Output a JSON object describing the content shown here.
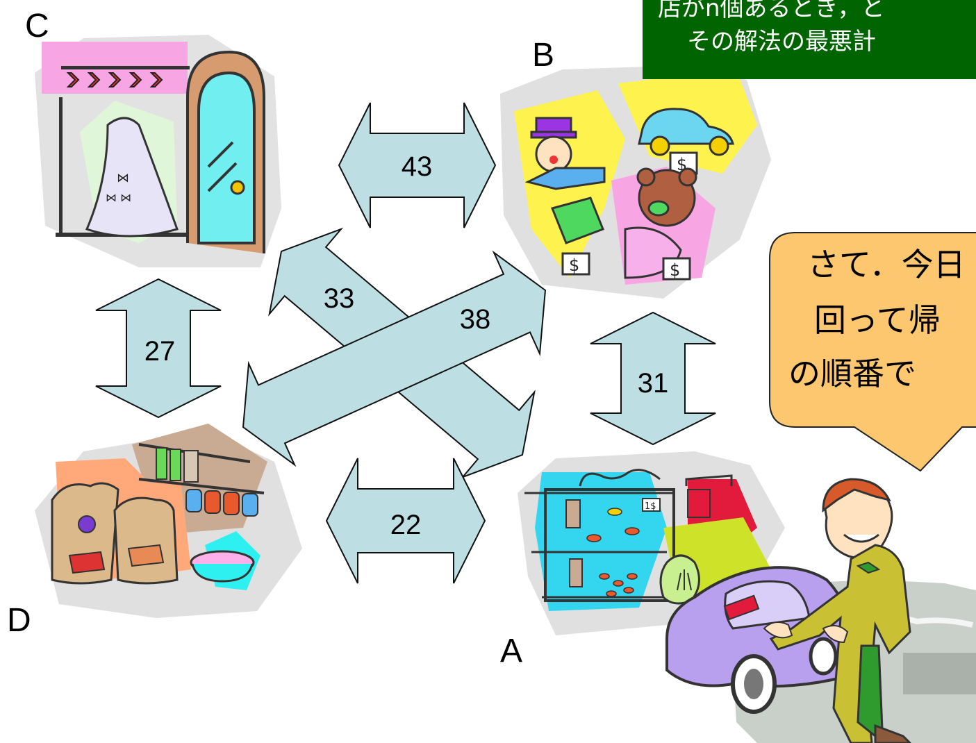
{
  "nodes": {
    "A": {
      "label": "A",
      "shop": "aquarium-shop"
    },
    "B": {
      "label": "B",
      "shop": "toy-shop"
    },
    "C": {
      "label": "C",
      "shop": "bridal-shop"
    },
    "D": {
      "label": "D",
      "shop": "pet-supply-shop"
    }
  },
  "edges": [
    {
      "id": "C-B",
      "from": "C",
      "to": "B",
      "weight": "43"
    },
    {
      "id": "C-D",
      "from": "C",
      "to": "D",
      "weight": "27"
    },
    {
      "id": "C-A",
      "from": "C",
      "to": "A",
      "weight": "33"
    },
    {
      "id": "B-D",
      "from": "B",
      "to": "D",
      "weight": "38"
    },
    {
      "id": "B-A",
      "from": "B",
      "to": "A",
      "weight": "31"
    },
    {
      "id": "D-A",
      "from": "D",
      "to": "A",
      "weight": "22"
    }
  ],
  "notice": {
    "line1": "店がn個あるとき，と",
    "line2": "その解法の最悪計"
  },
  "speech": {
    "line1": "さて．今日",
    "line2": "回って帰",
    "line3": "の順番で"
  },
  "colors": {
    "arrow_fill": "#bddfe3",
    "notice_bg": "#006400",
    "bubble_fill": "#fdc770"
  }
}
